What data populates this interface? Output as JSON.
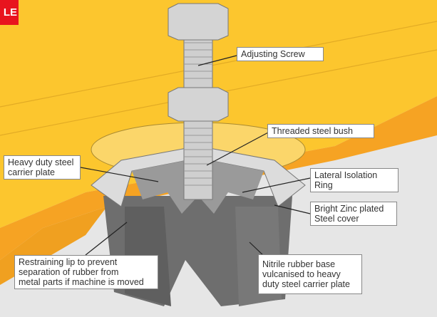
{
  "badge": {
    "text": "LE",
    "color": "#e8141e"
  },
  "labels": {
    "adjusting_screw": "Adjusting Screw",
    "threaded_bush": "Threaded steel bush",
    "carrier_plate": "Heavy duty steel\ncarrier plate",
    "lateral_ring": "Lateral Isolation\nRing",
    "zinc_cover": "Bright Zinc plated\nSteel cover",
    "restraining_lip": "Restraining lip to prevent\nseparation of rubber from\nmetal parts if machine is moved",
    "nitrile_base": "Nitrile rubber base\nvulcanised to heavy\nduty steel carrier plate"
  },
  "colors": {
    "yellow": "#fcc62e",
    "orange": "#f6a323",
    "grey": "#e6e6e6",
    "rubber": "#6e6e6e"
  }
}
